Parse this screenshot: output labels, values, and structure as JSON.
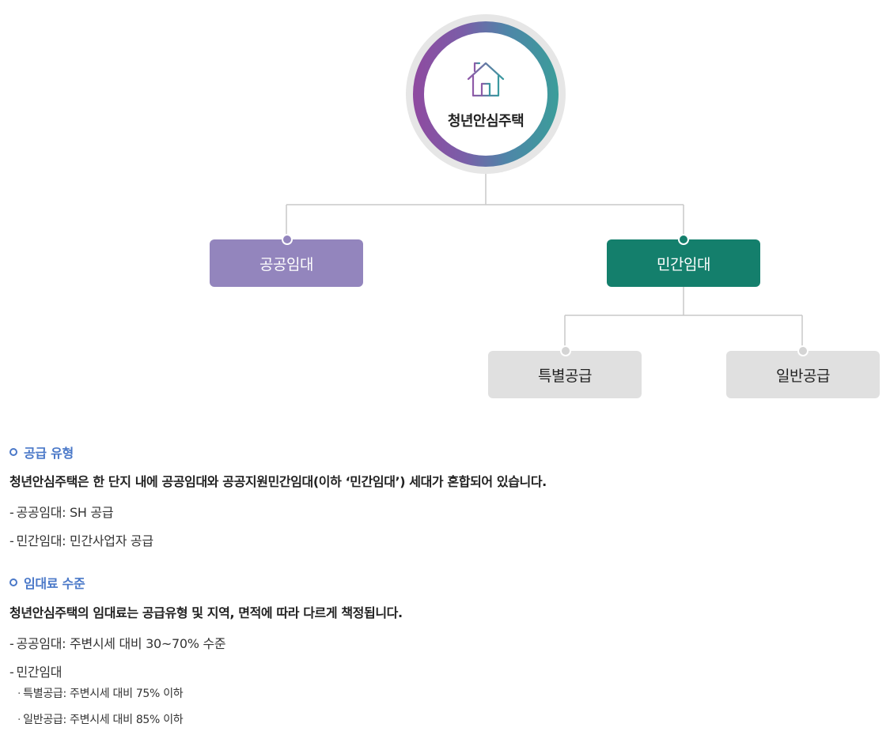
{
  "diagram": {
    "root": {
      "label": "청년안심주택",
      "icon": "house-icon"
    },
    "level1": [
      {
        "label": "공공임대",
        "color": "#9385bd"
      },
      {
        "label": "민간임대",
        "color": "#147f6c"
      }
    ],
    "level2": [
      {
        "label": "특별공급"
      },
      {
        "label": "일반공급"
      }
    ],
    "ring_gradient": [
      "#8f4aa0",
      "#3b9d9a"
    ],
    "line_color": "#c8c8c8"
  },
  "supply": {
    "heading": "공급 유형",
    "lead": "청년안심주택은 한 단지 내에 공공임대와 공공지원민간임대(이하 ‘민간임대’) 세대가 혼합되어 있습니다.",
    "items": [
      "공공임대: SH 공급",
      "민간임대: 민간사업자 공급"
    ]
  },
  "rent": {
    "heading": "임대료 수준",
    "lead": "청년안심주택의 임대료는 공급유형 및 지역, 면적에 따라 다르게 책정됩니다.",
    "items": [
      "공공임대: 주변시세 대비 30~70% 수준",
      "민간임대"
    ],
    "subitems": [
      "특별공급: 주변시세 대비 75% 이하",
      "일반공급: 주변시세 대비 85% 이하"
    ]
  },
  "colors": {
    "heading": "#4a78c8",
    "public": "#9385bd",
    "private": "#147f6c",
    "neutral": "#e0e0e0"
  }
}
